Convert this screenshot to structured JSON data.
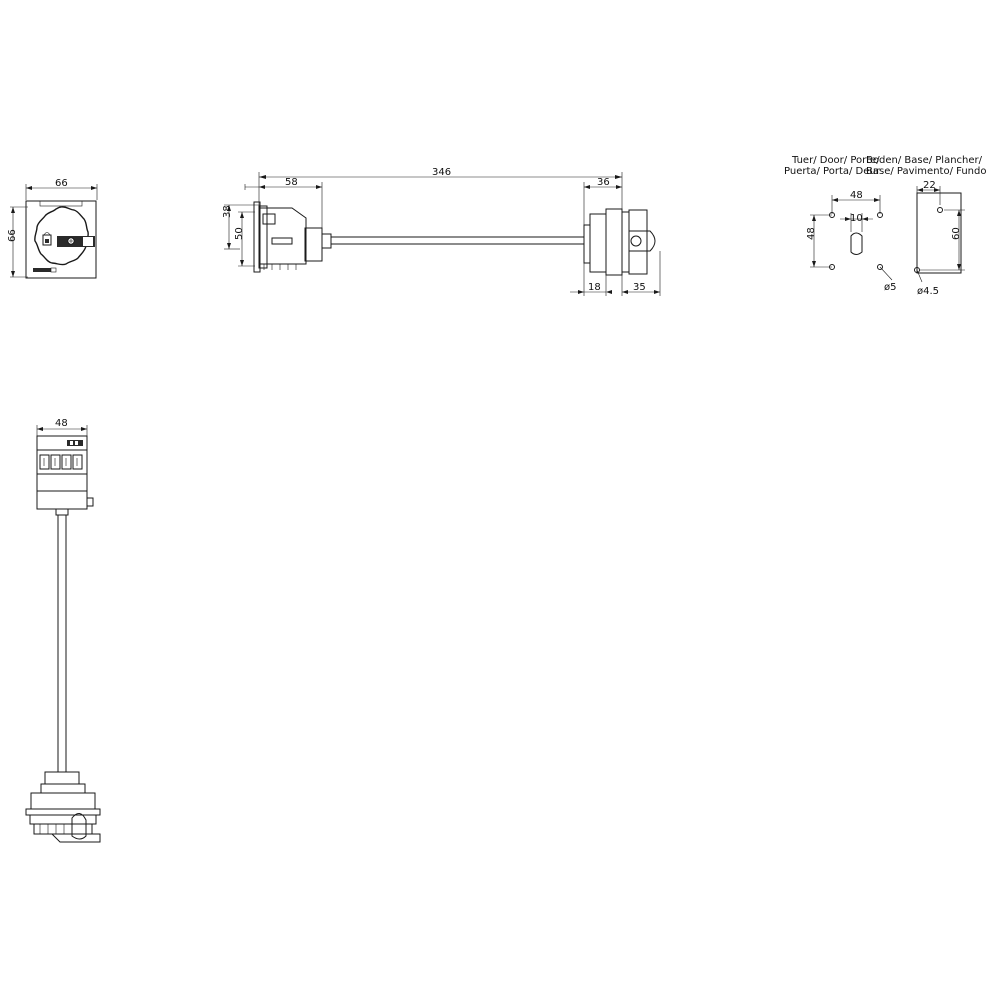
{
  "front_view": {
    "width_dim": "66",
    "height_dim": "66"
  },
  "side_view": {
    "dim_total_length": "346",
    "dim_body_depth": "58",
    "dim_height_38": "38",
    "dim_height_50": "50",
    "dim_handle_depth": "36",
    "dim_18": "18",
    "dim_35": "35"
  },
  "cutouts": {
    "door_label_line1": "Tuer/ Door/ Porte/",
    "door_label_line2": "Puerta/ Porta/ Deur",
    "base_label_line1": "Boden/ Base/ Plancher/",
    "base_label_line2": "Base/ Pavimento/ Fundo",
    "door_dim_48_h": "48",
    "door_dim_10": "10",
    "door_dim_48_v": "48",
    "door_hole_dia": "ø5",
    "base_dim_22": "22",
    "base_dim_60": "60",
    "base_hole_dia": "ø4.5"
  },
  "top_view": {
    "width_dim": "48"
  }
}
